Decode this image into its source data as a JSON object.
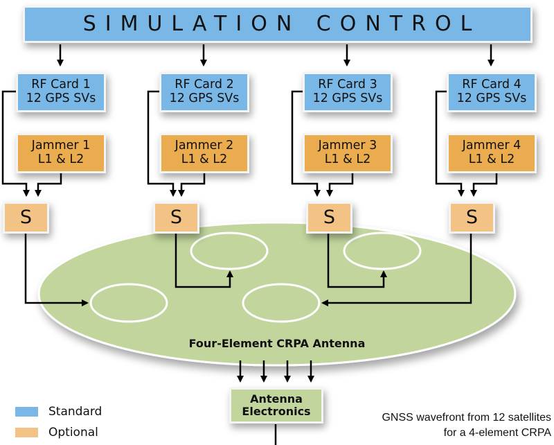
{
  "title": "SIMULATION CONTROL",
  "colors": {
    "standard": "#79b8e6",
    "optional_jammer": "#ebab4f",
    "optional_light": "#f2c385",
    "antenna": "#c1d59d"
  },
  "rf_cards": [
    {
      "line1": "RF Card 1",
      "line2": "12 GPS SVs"
    },
    {
      "line1": "RF Card 2",
      "line2": "12 GPS SVs"
    },
    {
      "line1": "RF Card 3",
      "line2": "12 GPS SVs"
    },
    {
      "line1": "RF Card 4",
      "line2": "12 GPS SVs"
    }
  ],
  "jammers": [
    {
      "line1": "Jammer 1",
      "line2": "L1 & L2"
    },
    {
      "line1": "Jammer 2",
      "line2": "L1 & L2"
    },
    {
      "line1": "Jammer 3",
      "line2": "L1 & L2"
    },
    {
      "line1": "Jammer 4",
      "line2": "L1 & L2"
    }
  ],
  "combiners": [
    {
      "label": "S"
    },
    {
      "label": "S"
    },
    {
      "label": "S"
    },
    {
      "label": "S"
    }
  ],
  "antenna": {
    "label": "Four-Element CRPA Antenna",
    "element_count": 4
  },
  "antenna_electronics": {
    "line1": "Antenna",
    "line2": "Electronics"
  },
  "legend": [
    {
      "label": "Standard",
      "color": "#79b8e6"
    },
    {
      "label": "Optional",
      "color": "#f2c385"
    }
  ],
  "caption": {
    "line1": "GNSS wavefront from 12 satellites",
    "line2": "for a 4-element CRPA"
  }
}
